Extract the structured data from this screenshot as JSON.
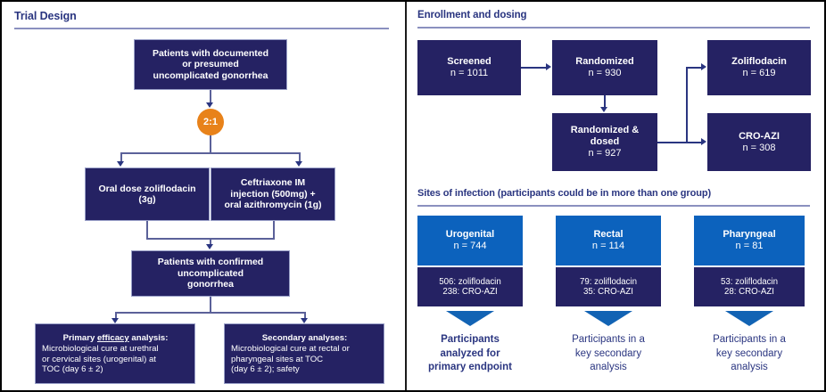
{
  "left_panel": {
    "title": "Trial Design",
    "nodes": {
      "top": [
        "Patients with documented",
        "or presumed",
        "uncomplicated gonorrhea"
      ],
      "ratio": "2:1",
      "arm_a": [
        "Oral dose zoliflodacin",
        "(3g)"
      ],
      "arm_b": [
        "Ceftriaxone IM",
        "injection (500mg) +",
        "oral azithromycin (1g)"
      ],
      "confirmed": [
        "Patients with confirmed",
        "uncomplicated",
        "gonorrhea"
      ],
      "primary": {
        "heading_pre": "Primary ",
        "heading_underline": "efficacy",
        "heading_post": " analysis:",
        "lines": [
          "Microbiological cure at urethral",
          "or cervical sites (urogenital) at",
          "TOC (day 6 ± 2)"
        ]
      },
      "secondary": {
        "heading": "Secondary analyses:",
        "lines": [
          "Microbiological cure at rectal or",
          "pharyngeal sites at TOC",
          "(day 6 ± 2); safety"
        ]
      }
    }
  },
  "right_panel": {
    "enrollment": {
      "title": "Enrollment and dosing",
      "boxes": [
        {
          "label": "Screened",
          "n": "n = 1011"
        },
        {
          "label": "Randomized",
          "n": "n = 930"
        },
        {
          "label": "Randomized &",
          "label2": "dosed",
          "n": "n = 927"
        },
        {
          "label": "Zoliflodacin",
          "n": "n = 619"
        },
        {
          "label": "CRO-AZI",
          "n": "n = 308"
        }
      ]
    },
    "sites": {
      "title": "Sites of infection (participants could be in more than one group)",
      "columns": [
        {
          "name": "Urogenital",
          "n": "n = 744",
          "breakdown": [
            "506: zoliflodacin",
            "238: CRO-AZI"
          ],
          "caption": [
            "Participants",
            "analyzed for",
            "primary endpoint"
          ],
          "caption_bold": true
        },
        {
          "name": "Rectal",
          "n": "n = 114",
          "breakdown": [
            "79: zoliflodacin",
            "35: CRO-AZI"
          ],
          "caption": [
            "Participants in a",
            "key secondary",
            "analysis"
          ],
          "caption_bold": false
        },
        {
          "name": "Pharyngeal",
          "n": "n = 81",
          "breakdown": [
            "53: zoliflodacin",
            "28: CRO-AZI"
          ],
          "caption": [
            "Participants in a",
            "key secondary",
            "analysis"
          ],
          "caption_bold": false
        }
      ]
    }
  },
  "colors": {
    "navy": "#252263",
    "blue": "#0c62bd",
    "orange": "#e8821a",
    "title_text": "#2a3580"
  }
}
